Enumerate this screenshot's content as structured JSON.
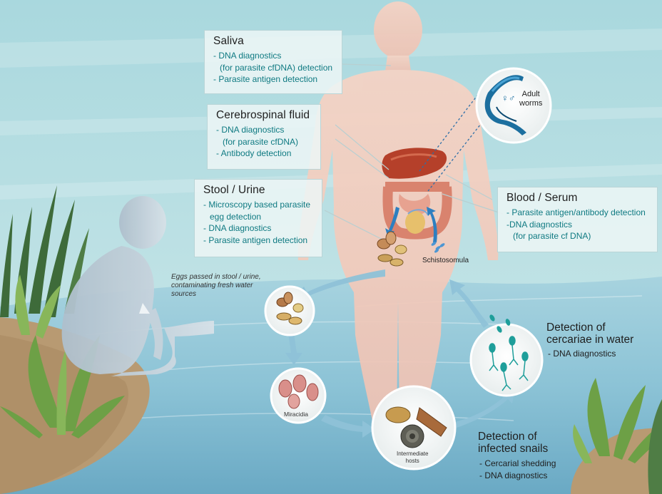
{
  "saliva": {
    "title": "Saliva",
    "lines": [
      "- DNA diagnostics",
      "(for parasite cfDNA) detection",
      "- Parasite antigen detection"
    ]
  },
  "csf": {
    "title": "Cerebrospinal fluid",
    "lines": [
      "- DNA diagnostics",
      "(for parasite cfDNA)",
      "- Antibody detection"
    ]
  },
  "stool_urine": {
    "title": "Stool / Urine",
    "lines": [
      "- Microscopy based parasite",
      "egg detection",
      "- DNA diagnostics",
      "- Parasite antigen detection"
    ]
  },
  "blood_serum": {
    "title": "Blood / Serum",
    "lines": [
      "- Parasite antigen/antibody detection",
      "-DNA diagnostics",
      "(for parasite cf DNA)"
    ]
  },
  "adult_worms": {
    "label_line1": "Adult",
    "label_line2": "worms",
    "symbols": "♀♂"
  },
  "schistosomula_label": "Schistosomula",
  "eggs_note": {
    "line1": "Eggs passed in stool / urine,",
    "line2": "contaminating fresh water",
    "line3": "sources"
  },
  "miracidia_label": "Miracidia",
  "intermediate_hosts": {
    "line1": "Intermediate",
    "line2": "hosts"
  },
  "cercariae": {
    "title_line1": "Detection of",
    "title_line2": "cercariae in water",
    "item": "- DNA diagnostics"
  },
  "snails": {
    "title_line1": "Detection of",
    "title_line2": "infected snails",
    "item1": "- Cercarial shedding",
    "item2": "- DNA diagnostics"
  },
  "colors": {
    "sky": "#b6dfe4",
    "water": "#8ec7d8",
    "body": "#f3cbbd",
    "accent_text": "#0f7a82",
    "arrow": "#6fb2ce",
    "worm": "#1c6f9f"
  }
}
